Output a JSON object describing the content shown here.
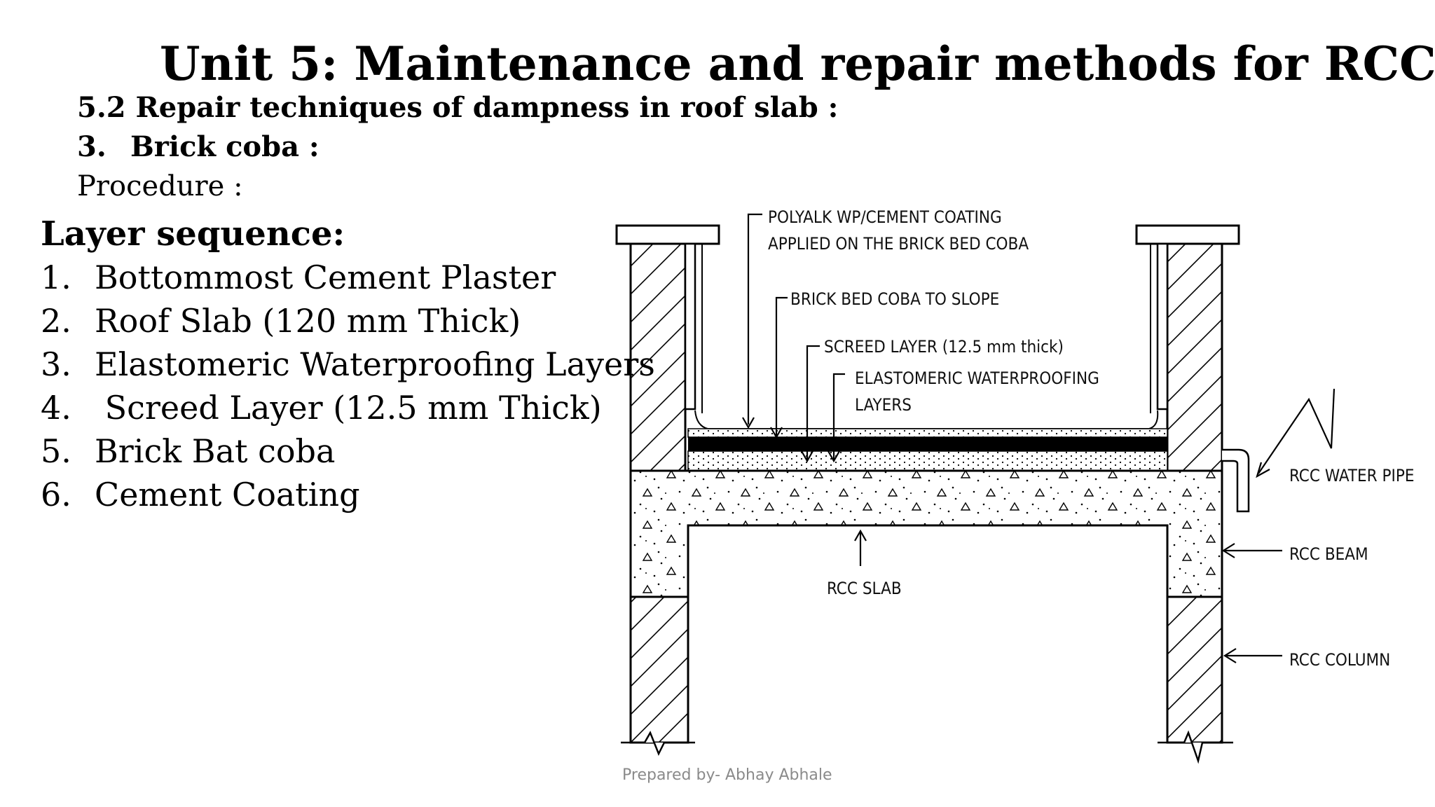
{
  "slide": {
    "title": "Unit 5: Maintenance and repair methods for RCC",
    "section": "5.2 Repair techniques of dampness in roof slab :",
    "item_number": "3.",
    "item_label": "Brick coba :",
    "procedure": "Procedure :",
    "layer_heading": "Layer sequence:",
    "layers": [
      {
        "num": "1.",
        "text": "Bottommost Cement Plaster"
      },
      {
        "num": "2.",
        "text": "Roof Slab (120 mm Thick)"
      },
      {
        "num": "3.",
        "text": "Elastomeric Waterproofing  Layers"
      },
      {
        "num": "4.",
        "text": " Screed Layer (12.5 mm Thick)"
      },
      {
        "num": "5.",
        "text": "Brick Bat coba"
      },
      {
        "num": "6.",
        "text": "Cement Coating"
      }
    ],
    "footer": "Prepared by- Abhay Abhale"
  },
  "diagram": {
    "labels": {
      "coating_line1": "POLYALK WP/CEMENT COATING",
      "coating_line2": "APPLIED ON THE BRICK BED COBA",
      "brick_bed": "BRICK BED COBA TO SLOPE",
      "screed": "SCREED LAYER (12.5 mm thick)",
      "elastomeric_line1": "ELASTOMERIC WATERPROOFING",
      "elastomeric_line2": "LAYERS",
      "water_pipe": "RCC WATER PIPE",
      "beam": "RCC BEAM",
      "slab": "RCC SLAB",
      "column": "RCC COLUMN"
    }
  }
}
